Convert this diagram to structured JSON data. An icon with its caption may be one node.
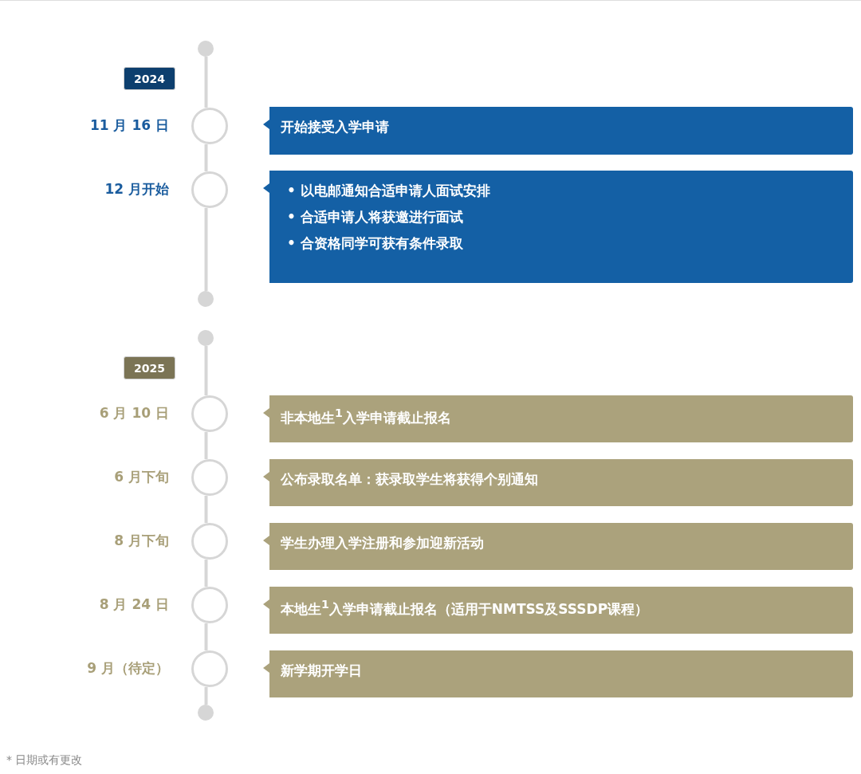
{
  "diagram": {
    "nodes": [
      {
        "text": [
          "2024"
        ]
      },
      {
        "text": [],
        "shape": "circle"
      },
      {
        "text": [],
        "shape": "circle",
        "beside": [
          "11 月 16 日"
        ]
      },
      {
        "text": [
          "开始接受入学申请"
        ]
      },
      {
        "text": [],
        "shape": "circle",
        "beside": [
          "12 月开始"
        ]
      },
      {
        "text": [
          "• 以电邮通知合适申请人面试安排",
          "• 合适申请人将获邀进行面试",
          "• 合资格同学可获有条件录取"
        ]
      },
      {
        "text": [],
        "shape": "circle"
      },
      {
        "text": [
          "2025"
        ]
      },
      {
        "text": [],
        "shape": "circle"
      },
      {
        "text": [],
        "shape": "circle",
        "beside": [
          "6 月 10 日"
        ]
      },
      {
        "text": [
          "非本地生$^{1}$入学申请截止报名"
        ]
      },
      {
        "text": [],
        "shape": "circle",
        "beside": [
          "6 月下旬"
        ]
      },
      {
        "text": [
          "公布录取名单：获录取学生将获得个别通知"
        ]
      },
      {
        "text": [],
        "shape": "circle",
        "beside": [
          "8 月下旬"
        ]
      },
      {
        "text": [
          "学生办理入学注册和参加迎新活动"
        ]
      },
      {
        "text": [],
        "shape": "circle",
        "beside": [
          "8 月 24 日"
        ]
      },
      {
        "text": [
          "本地生$^{1}$入学申请截止报名（适用于NMTSS及SSSDP课程）"
        ]
      },
      {
        "text": [],
        "shape": "circle",
        "beside": [
          "9 月（待定）"
        ]
      },
      {
        "text": [
          "新学期开学日"
        ]
      },
      {
        "text": [],
        "shape": "circle"
      }
    ],
    "edges": [
      {
        "from": 1,
        "to": 2,
        "arrow": "none"
      },
      {
        "from": 2,
        "to": 4,
        "arrow": "none"
      },
      {
        "from": 4,
        "to": 6,
        "arrow": "none"
      },
      {
        "from": 8,
        "to": 9,
        "arrow": "none"
      },
      {
        "from": 9,
        "to": 11,
        "arrow": "none"
      },
      {
        "from": 11,
        "to": 13,
        "arrow": "none"
      },
      {
        "from": 13,
        "to": 15,
        "arrow": "none"
      },
      {
        "from": 15,
        "to": 17,
        "arrow": "none"
      },
      {
        "from": 17,
        "to": 19,
        "arrow": "none"
      }
    ],
    "labels": [
      "* 日期或有更改"
    ]
  }
}
